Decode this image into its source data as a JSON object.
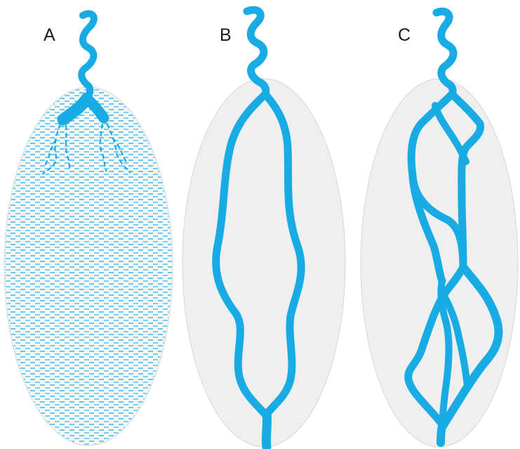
{
  "panels": [
    {
      "id": "A",
      "label": "A"
    },
    {
      "id": "B",
      "label": "B"
    },
    {
      "id": "C",
      "label": "C"
    }
  ],
  "colors": {
    "vessel": "#19ace4",
    "ellipse_fill": "#efefef",
    "ellipse_stroke": "#cccccc",
    "dash_pattern": "#19ace4",
    "label": "#1a1a1a"
  }
}
